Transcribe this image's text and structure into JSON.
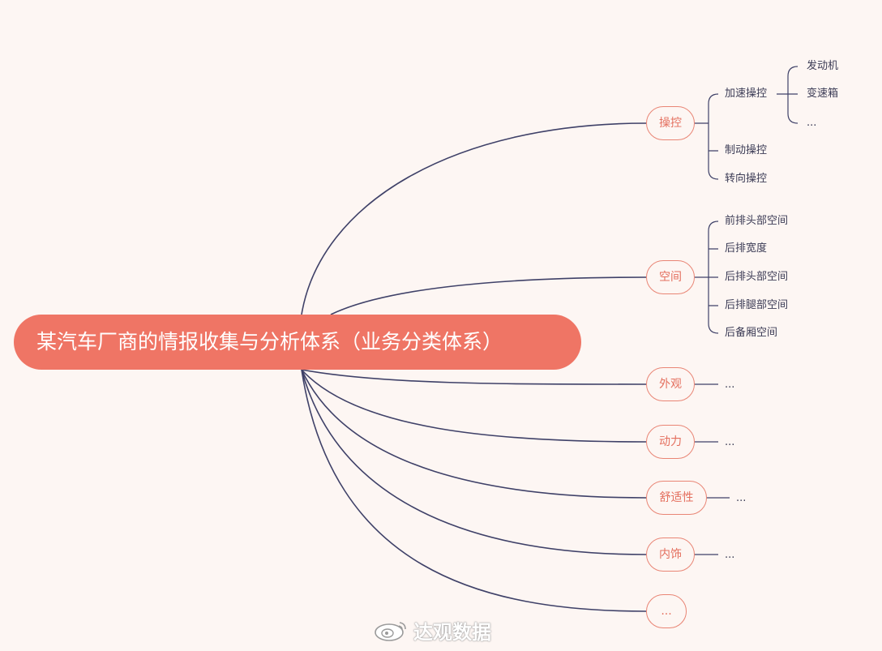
{
  "root": {
    "title": "某汽车厂商的情报收集与分析体系（业务分类体系）"
  },
  "branches": [
    {
      "label": "操控",
      "children": [
        {
          "label": "加速操控",
          "children": [
            {
              "label": "发动机"
            },
            {
              "label": "变速箱"
            },
            {
              "label": "..."
            }
          ]
        },
        {
          "label": "制动操控"
        },
        {
          "label": "转向操控"
        }
      ]
    },
    {
      "label": "空间",
      "children": [
        {
          "label": "前排头部空间"
        },
        {
          "label": "后排宽度"
        },
        {
          "label": "后排头部空间"
        },
        {
          "label": "后排腿部空间"
        },
        {
          "label": "后备厢空间"
        }
      ]
    },
    {
      "label": "外观",
      "children": [
        {
          "label": "..."
        }
      ]
    },
    {
      "label": "动力",
      "children": [
        {
          "label": "..."
        }
      ]
    },
    {
      "label": "舒适性",
      "children": [
        {
          "label": "..."
        }
      ]
    },
    {
      "label": "内饰",
      "children": [
        {
          "label": "..."
        }
      ]
    },
    {
      "label": "...",
      "children": []
    }
  ],
  "watermark": {
    "text": "达观数据"
  },
  "colors": {
    "root": "#ef7565",
    "branch_border": "#e98575",
    "branch_text": "#e46f5e",
    "line": "#3f4168",
    "background": "#fdf6f3"
  }
}
